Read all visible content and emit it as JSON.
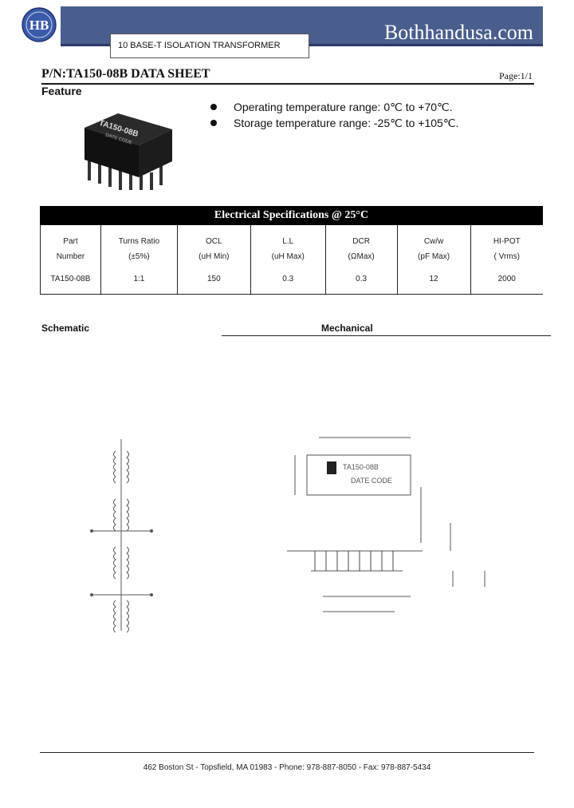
{
  "header": {
    "brand": "Bothhandusa.com",
    "subtitle": "10 BASE-T ISOLATION TRANSFORMER",
    "logo_text": "HB",
    "accent_color": "#4a5e8e"
  },
  "title": {
    "part_number": "P/N:TA150-08B DATA SHEET",
    "page": "Page:1/1"
  },
  "feature": {
    "heading": "Feature",
    "items": [
      "Operating temperature range: 0℃ to +70℃.",
      "Storage temperature range: -25℃ to +105℃."
    ],
    "chip_label": "TA150-08B",
    "chip_sublabel": "DATE CODE"
  },
  "spec": {
    "heading": "Electrical Specifications @ 25°C",
    "columns": [
      [
        "Part",
        "Number"
      ],
      [
        "Turns Ratio",
        "(±5%)"
      ],
      [
        "OCL",
        "(uH Min)"
      ],
      [
        "L.L",
        "(uH Max)"
      ],
      [
        "DCR",
        "(ΩMax)"
      ],
      [
        "Cw/w",
        "(pF Max)"
      ],
      [
        "HI-POT",
        "( Vrms)"
      ]
    ],
    "row": [
      "TA150-08B",
      "1:1",
      "150",
      "0.3",
      "0.3",
      "12",
      "2000"
    ]
  },
  "sections": {
    "schematic": "Schematic",
    "mechanical": "Mechanical"
  },
  "mechanical_drawing": {
    "label": "TA150-08B",
    "sublabel": "DATE CODE"
  },
  "footer": {
    "address": "462 Boston St - Topsfield, MA 01983 - Phone: 978-887-8050 - Fax: 978-887-5434"
  }
}
